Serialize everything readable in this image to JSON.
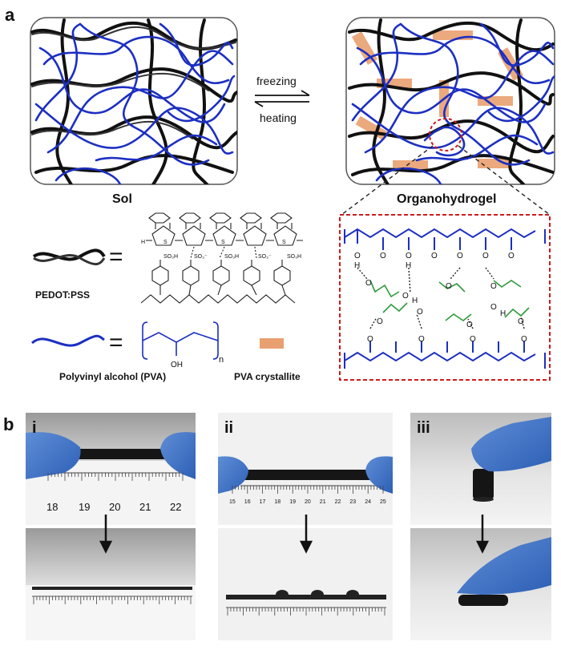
{
  "panel_a": {
    "letter": "a",
    "sol_label": "Sol",
    "organohydrogel_label": "Organohydrogel",
    "arrow_top": "freezing",
    "arrow_bottom": "heating",
    "legend": {
      "pedot_label": "PEDOT:PSS",
      "pva_label": "Polyvinyl alcohol (PVA)",
      "crystallite_label": "PVA crystallite",
      "equals": "=",
      "oh": "OH",
      "n": "n",
      "so3h": "SO₃H",
      "so3minus": "SO₃⁻",
      "h": "H",
      "s": "S"
    },
    "inset_atoms": {
      "O": "O",
      "H": "H"
    },
    "colors": {
      "pedot": "#111111",
      "pva": "#1c2fc2",
      "crystallite": "#e9a070",
      "inset_border": "#cc1c1c",
      "glycol": "#2f9a3c"
    }
  },
  "panel_b": {
    "letter": "b",
    "sub_i": "i",
    "sub_ii": "ii",
    "sub_iii": "iii",
    "ruler_i": [
      "18",
      "19",
      "20",
      "21",
      "22"
    ],
    "ruler_ii": [
      "15",
      "16",
      "17",
      "18",
      "19",
      "20",
      "21",
      "22",
      "23",
      "24",
      "25"
    ]
  }
}
